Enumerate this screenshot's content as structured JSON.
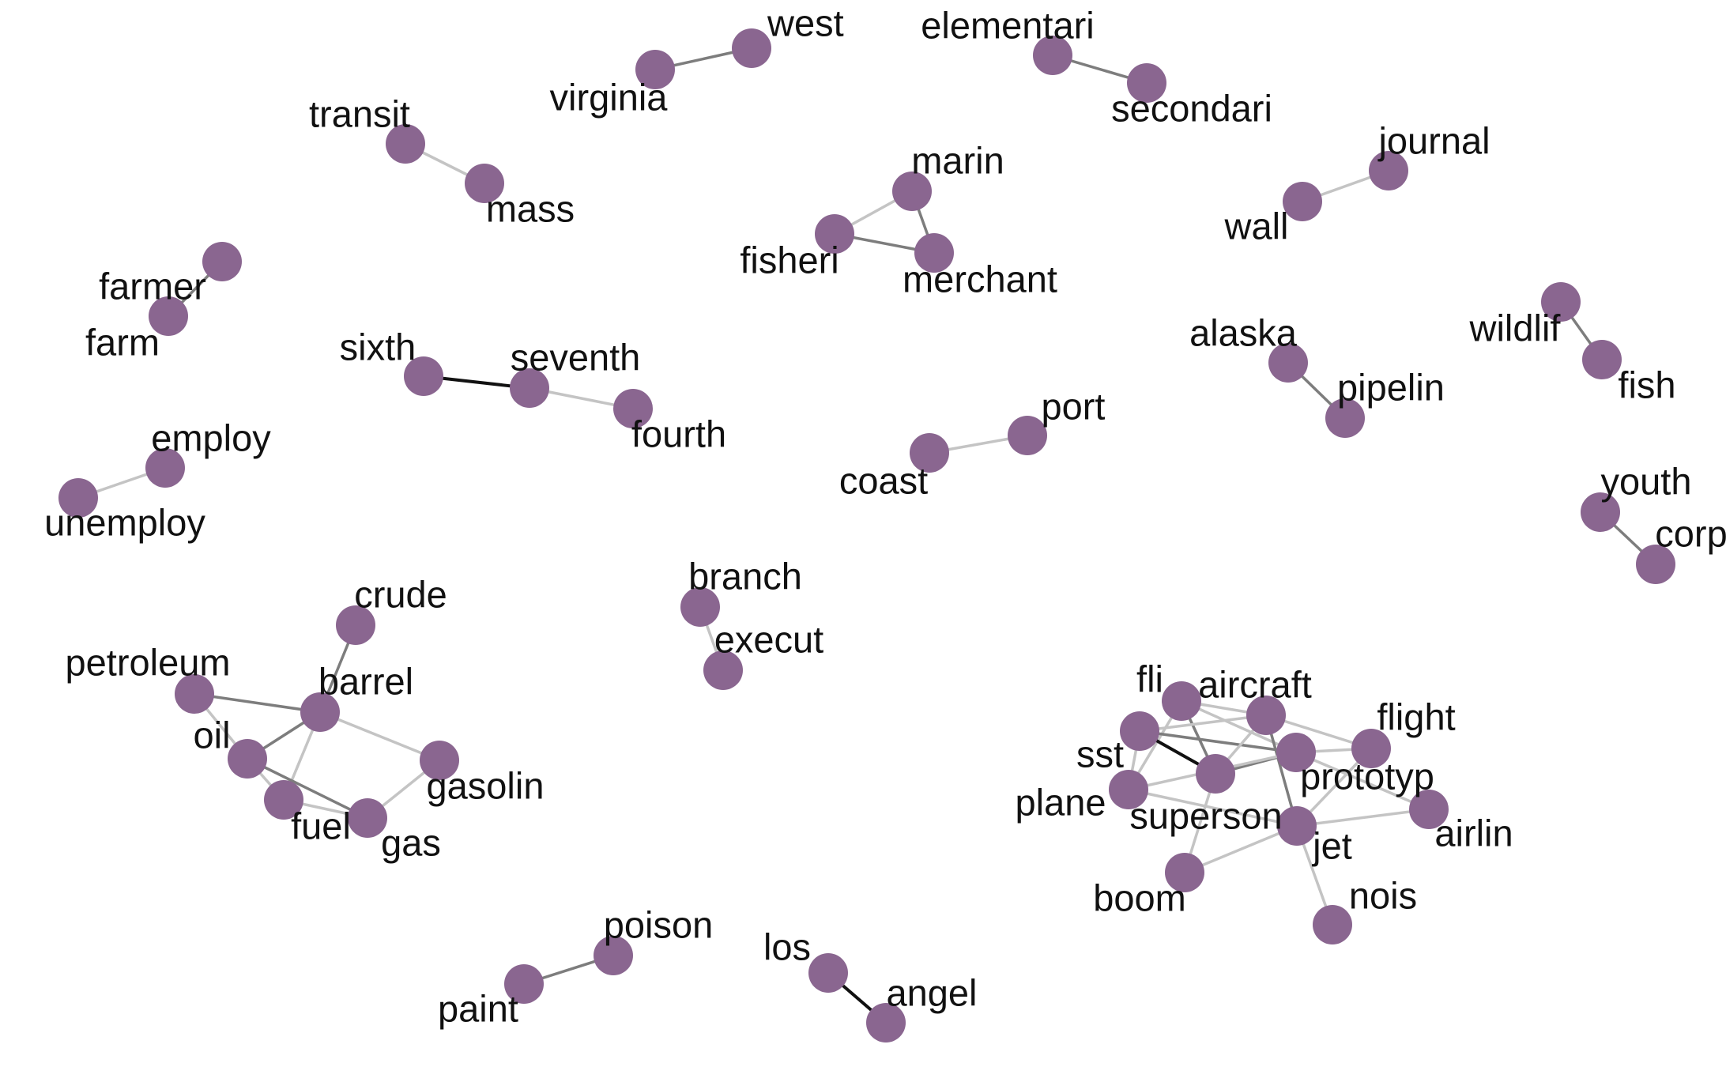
{
  "graph": {
    "node_color": "#8a6690",
    "edge_colors": {
      "strong": "#111111",
      "medium": "#7d7d7d",
      "weak": "#c4c4c4"
    },
    "nodes": [
      {
        "id": "west",
        "label": "west"
      },
      {
        "id": "virginia",
        "label": "virginia"
      },
      {
        "id": "elementari",
        "label": "elementari"
      },
      {
        "id": "secondari",
        "label": "secondari"
      },
      {
        "id": "transit",
        "label": "transit"
      },
      {
        "id": "mass",
        "label": "mass"
      },
      {
        "id": "marin",
        "label": "marin"
      },
      {
        "id": "fisheri",
        "label": "fisheri"
      },
      {
        "id": "merchant",
        "label": "merchant"
      },
      {
        "id": "journal",
        "label": "journal"
      },
      {
        "id": "wall",
        "label": "wall"
      },
      {
        "id": "farmer",
        "label": "farmer"
      },
      {
        "id": "farm",
        "label": "farm"
      },
      {
        "id": "sixth",
        "label": "sixth"
      },
      {
        "id": "seventh",
        "label": "seventh"
      },
      {
        "id": "fourth",
        "label": "fourth"
      },
      {
        "id": "alaska",
        "label": "alaska"
      },
      {
        "id": "pipelin",
        "label": "pipelin"
      },
      {
        "id": "wildlif",
        "label": "wildlif"
      },
      {
        "id": "fish",
        "label": "fish"
      },
      {
        "id": "port",
        "label": "port"
      },
      {
        "id": "coast",
        "label": "coast"
      },
      {
        "id": "employ",
        "label": "employ"
      },
      {
        "id": "unemploy",
        "label": "unemploy"
      },
      {
        "id": "youth",
        "label": "youth"
      },
      {
        "id": "corp",
        "label": "corp"
      },
      {
        "id": "branch",
        "label": "branch"
      },
      {
        "id": "execut",
        "label": "execut"
      },
      {
        "id": "crude",
        "label": "crude"
      },
      {
        "id": "petroleum",
        "label": "petroleum"
      },
      {
        "id": "barrel",
        "label": "barrel"
      },
      {
        "id": "oil",
        "label": "oil"
      },
      {
        "id": "gasolin",
        "label": "gasolin"
      },
      {
        "id": "fuel",
        "label": "fuel"
      },
      {
        "id": "gas",
        "label": "gas"
      },
      {
        "id": "fli",
        "label": "fli"
      },
      {
        "id": "aircraft",
        "label": "aircraft"
      },
      {
        "id": "flight",
        "label": "flight"
      },
      {
        "id": "sst",
        "label": "sst"
      },
      {
        "id": "prototyp",
        "label": "prototyp"
      },
      {
        "id": "plane",
        "label": "plane"
      },
      {
        "id": "superson",
        "label": "superson"
      },
      {
        "id": "airlin",
        "label": "airlin"
      },
      {
        "id": "jet",
        "label": "jet"
      },
      {
        "id": "boom",
        "label": "boom"
      },
      {
        "id": "nois",
        "label": "nois"
      },
      {
        "id": "poison",
        "label": "poison"
      },
      {
        "id": "paint",
        "label": "paint"
      },
      {
        "id": "los",
        "label": "los"
      },
      {
        "id": "angel",
        "label": "angel"
      }
    ],
    "edges": [
      {
        "source": "virginia",
        "target": "west",
        "strength": "medium"
      },
      {
        "source": "elementari",
        "target": "secondari",
        "strength": "medium"
      },
      {
        "source": "transit",
        "target": "mass",
        "strength": "weak"
      },
      {
        "source": "fisheri",
        "target": "marin",
        "strength": "weak"
      },
      {
        "source": "fisheri",
        "target": "merchant",
        "strength": "medium"
      },
      {
        "source": "marin",
        "target": "merchant",
        "strength": "medium"
      },
      {
        "source": "wall",
        "target": "journal",
        "strength": "weak"
      },
      {
        "source": "farm",
        "target": "farmer",
        "strength": "medium"
      },
      {
        "source": "sixth",
        "target": "seventh",
        "strength": "strong"
      },
      {
        "source": "seventh",
        "target": "fourth",
        "strength": "weak"
      },
      {
        "source": "alaska",
        "target": "pipelin",
        "strength": "medium"
      },
      {
        "source": "wildlif",
        "target": "fish",
        "strength": "medium"
      },
      {
        "source": "coast",
        "target": "port",
        "strength": "weak"
      },
      {
        "source": "unemploy",
        "target": "employ",
        "strength": "weak"
      },
      {
        "source": "youth",
        "target": "corp",
        "strength": "medium"
      },
      {
        "source": "branch",
        "target": "execut",
        "strength": "weak"
      },
      {
        "source": "crude",
        "target": "barrel",
        "strength": "medium"
      },
      {
        "source": "petroleum",
        "target": "barrel",
        "strength": "medium"
      },
      {
        "source": "petroleum",
        "target": "oil",
        "strength": "weak"
      },
      {
        "source": "oil",
        "target": "barrel",
        "strength": "medium"
      },
      {
        "source": "barrel",
        "target": "gasolin",
        "strength": "weak"
      },
      {
        "source": "barrel",
        "target": "fuel",
        "strength": "weak"
      },
      {
        "source": "oil",
        "target": "fuel",
        "strength": "weak"
      },
      {
        "source": "oil",
        "target": "gas",
        "strength": "medium"
      },
      {
        "source": "fuel",
        "target": "gas",
        "strength": "weak"
      },
      {
        "source": "gas",
        "target": "gasolin",
        "strength": "weak"
      },
      {
        "source": "fli",
        "target": "superson",
        "strength": "medium"
      },
      {
        "source": "fli",
        "target": "aircraft",
        "strength": "weak"
      },
      {
        "source": "fli",
        "target": "plane",
        "strength": "weak"
      },
      {
        "source": "fli",
        "target": "prototyp",
        "strength": "weak"
      },
      {
        "source": "sst",
        "target": "superson",
        "strength": "strong"
      },
      {
        "source": "sst",
        "target": "prototyp",
        "strength": "medium"
      },
      {
        "source": "sst",
        "target": "aircraft",
        "strength": "weak"
      },
      {
        "source": "sst",
        "target": "plane",
        "strength": "weak"
      },
      {
        "source": "aircraft",
        "target": "flight",
        "strength": "weak"
      },
      {
        "source": "aircraft",
        "target": "superson",
        "strength": "weak"
      },
      {
        "source": "aircraft",
        "target": "jet",
        "strength": "medium"
      },
      {
        "source": "prototyp",
        "target": "flight",
        "strength": "weak"
      },
      {
        "source": "superson",
        "target": "prototyp",
        "strength": "medium"
      },
      {
        "source": "plane",
        "target": "prototyp",
        "strength": "weak"
      },
      {
        "source": "plane",
        "target": "jet",
        "strength": "weak"
      },
      {
        "source": "superson",
        "target": "boom",
        "strength": "weak"
      },
      {
        "source": "jet",
        "target": "flight",
        "strength": "weak"
      },
      {
        "source": "jet",
        "target": "airlin",
        "strength": "weak"
      },
      {
        "source": "jet",
        "target": "boom",
        "strength": "weak"
      },
      {
        "source": "jet",
        "target": "nois",
        "strength": "weak"
      },
      {
        "source": "prototyp",
        "target": "airlin",
        "strength": "weak"
      },
      {
        "source": "paint",
        "target": "poison",
        "strength": "medium"
      },
      {
        "source": "los",
        "target": "angel",
        "strength": "strong"
      }
    ]
  }
}
